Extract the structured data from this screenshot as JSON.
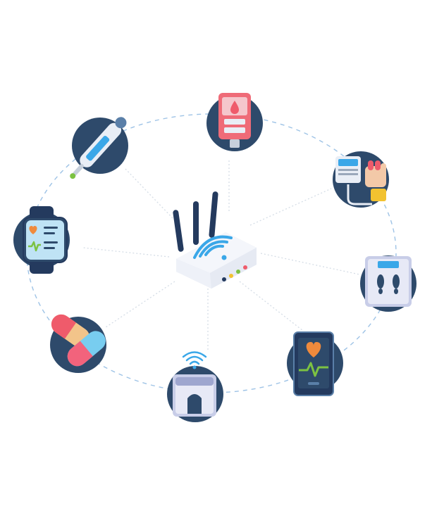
{
  "hub": {
    "icon": "wifi-router-icon"
  },
  "devices": [
    {
      "id": "thermometer",
      "icon": "digital-thermometer-icon"
    },
    {
      "id": "glucometer",
      "icon": "blood-glucose-meter-icon"
    },
    {
      "id": "blood-pressure",
      "icon": "blood-pressure-monitor-icon"
    },
    {
      "id": "smart-scale",
      "icon": "smart-scale-icon"
    },
    {
      "id": "phone-heart-app",
      "icon": "smartphone-heart-rate-icon"
    },
    {
      "id": "wifi-scale",
      "icon": "connected-scale-icon"
    },
    {
      "id": "pills",
      "icon": "capsules-icon"
    },
    {
      "id": "smartwatch",
      "icon": "smartwatch-icon"
    }
  ],
  "colors": {
    "circle": "#2e4a6b",
    "dashed_ring": "#9ec3e6",
    "spokes": "#d5dde6",
    "router_body": "#f4f6fb",
    "accent_blue": "#3aa7e8",
    "accent_red": "#ef5b6b",
    "accent_orange": "#f08a3c",
    "accent_green": "#7cc242"
  }
}
